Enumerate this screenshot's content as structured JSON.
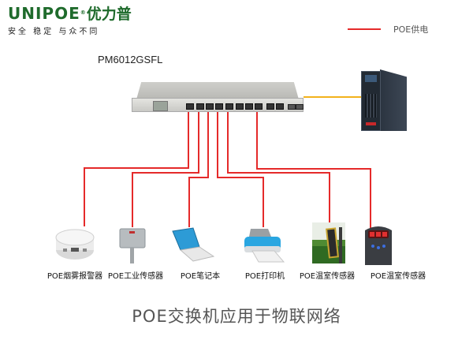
{
  "logo": {
    "brand_en": "UNIPOE",
    "registered": "®",
    "brand_cn": "优力普",
    "slogan": "安全 稳定 与众不同",
    "brand_color": "#1f6b2c"
  },
  "legend": {
    "label": "POE供电",
    "line_color": "#e52a2a"
  },
  "switch": {
    "model": "PM6012GSFL",
    "ports_rj45": 10,
    "ports_sfp": 2,
    "poe_ports_used": [
      1,
      2,
      3,
      4,
      5,
      8
    ]
  },
  "ups": {
    "name": "ups-icon",
    "link_color": "#f2b21c"
  },
  "devices": [
    {
      "icon": "smoke-detector-icon",
      "label": "POE烟雾报警器"
    },
    {
      "icon": "industrial-sensor-icon",
      "label": "POE工业传感器"
    },
    {
      "icon": "laptop-icon",
      "label": "POE笔记本"
    },
    {
      "icon": "printer-icon",
      "label": "POE打印机"
    },
    {
      "icon": "greenhouse-sensor-icon",
      "label": "POE温室传感器"
    },
    {
      "icon": "greenhouse-sensor-icon",
      "label": "POE温室传感器"
    }
  ],
  "title": "POE交换机应用于物联网络"
}
